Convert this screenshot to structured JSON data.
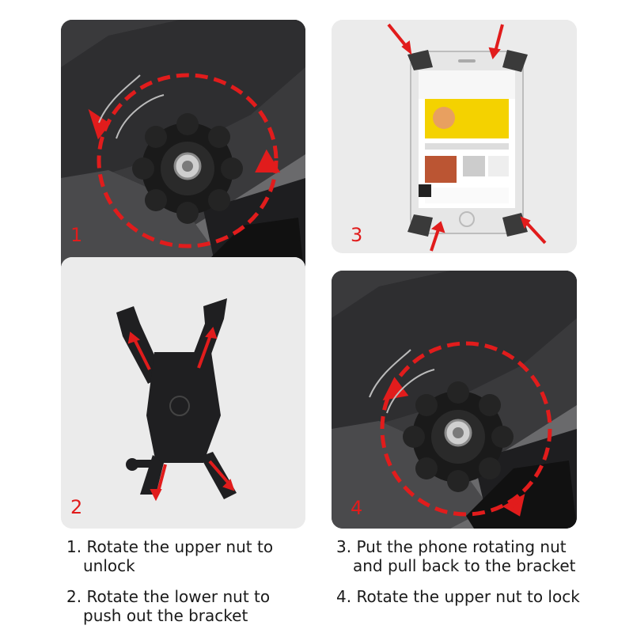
{
  "panels": [
    {
      "number": "1"
    },
    {
      "number": "3"
    },
    {
      "number": "2"
    },
    {
      "number": "4"
    }
  ],
  "steps": [
    {
      "num": "1.",
      "line1": "Rotate the upper nut to",
      "line2": "unlock"
    },
    {
      "num": "3.",
      "line1": "Put the phone rotating nut",
      "line2": "and pull back to the bracket"
    },
    {
      "num": "2.",
      "line1": "Rotate the lower nut to",
      "line2": "push out the bracket"
    },
    {
      "num": "4.",
      "line1": "Rotate the upper nut to lock",
      "line2": ""
    }
  ],
  "colors": {
    "accent": "#e11c1c",
    "panel_bg": "#ebebeb",
    "dark": "#2b2b2d"
  },
  "icons": [
    "nut-icon",
    "rotation-arrow-icon",
    "phone-icon",
    "bracket-icon",
    "arrow-icon"
  ]
}
